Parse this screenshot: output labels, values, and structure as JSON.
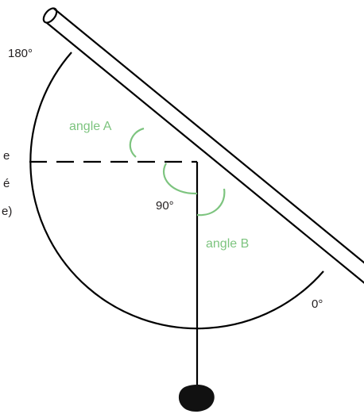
{
  "labels": {
    "deg180": "180°",
    "deg90": "90°",
    "deg0": "0°",
    "angleA": "angle A",
    "angleB": "angle B",
    "clipped_left": [
      "e",
      "é",
      "e)"
    ]
  },
  "colors": {
    "ink": "#000000",
    "text": "#231f20",
    "accent_green": "#7dc47f",
    "weight": "#111111"
  }
}
